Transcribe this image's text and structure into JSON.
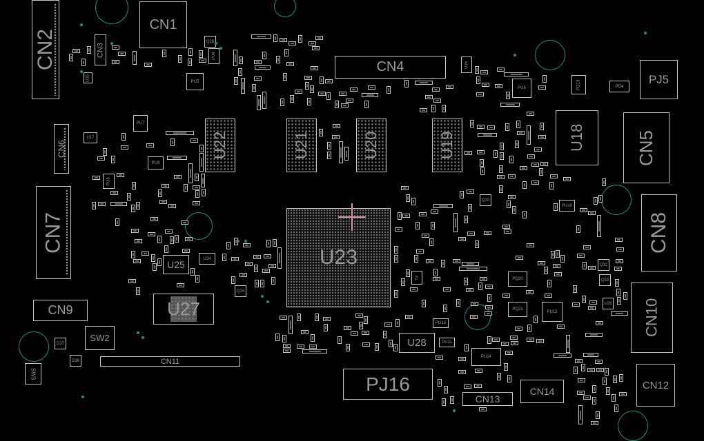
{
  "board": {
    "title": "PCB board view",
    "colors": {
      "background": "#000000",
      "outline": "#c8c8c8",
      "label": "#9a9a9a",
      "mounting_hole": "#1f8f86",
      "cursor": "#d49aa0"
    }
  },
  "components": {
    "large": [
      {
        "ref": "CN1"
      },
      {
        "ref": "CN2"
      },
      {
        "ref": "CN3"
      },
      {
        "ref": "CN4"
      },
      {
        "ref": "CN5"
      },
      {
        "ref": "CN6"
      },
      {
        "ref": "CN7"
      },
      {
        "ref": "CN8"
      },
      {
        "ref": "CN9"
      },
      {
        "ref": "CN10"
      },
      {
        "ref": "CN11"
      },
      {
        "ref": "CN12"
      },
      {
        "ref": "CN13"
      },
      {
        "ref": "CN14"
      },
      {
        "ref": "PJ5"
      },
      {
        "ref": "PJ16"
      },
      {
        "ref": "U18"
      },
      {
        "ref": "U19"
      },
      {
        "ref": "U20"
      },
      {
        "ref": "U21"
      },
      {
        "ref": "U22"
      },
      {
        "ref": "U23"
      },
      {
        "ref": "U25"
      },
      {
        "ref": "U27"
      },
      {
        "ref": "U28"
      },
      {
        "ref": "SW2"
      },
      {
        "ref": "SW3"
      }
    ],
    "small": [
      {
        "ref": "U15"
      },
      {
        "ref": "U16"
      },
      {
        "ref": "U17"
      },
      {
        "ref": "U24"
      },
      {
        "ref": "U26"
      },
      {
        "ref": "PU4"
      },
      {
        "ref": "PU5"
      },
      {
        "ref": "PU6"
      },
      {
        "ref": "PU7"
      },
      {
        "ref": "PU8"
      },
      {
        "ref": "PU9"
      },
      {
        "ref": "PU10"
      },
      {
        "ref": "PU11"
      },
      {
        "ref": "PU12"
      },
      {
        "ref": "PU13"
      },
      {
        "ref": "PU14"
      },
      {
        "ref": "PQ13"
      },
      {
        "ref": "PQ20"
      },
      {
        "ref": "PQ21"
      },
      {
        "ref": "PD4"
      },
      {
        "ref": "Q28"
      },
      {
        "ref": "Q30"
      },
      {
        "ref": "Q32"
      },
      {
        "ref": "Q33"
      },
      {
        "ref": "Q24"
      },
      {
        "ref": "D37"
      },
      {
        "ref": "D38"
      },
      {
        "ref": "Y2"
      }
    ]
  }
}
